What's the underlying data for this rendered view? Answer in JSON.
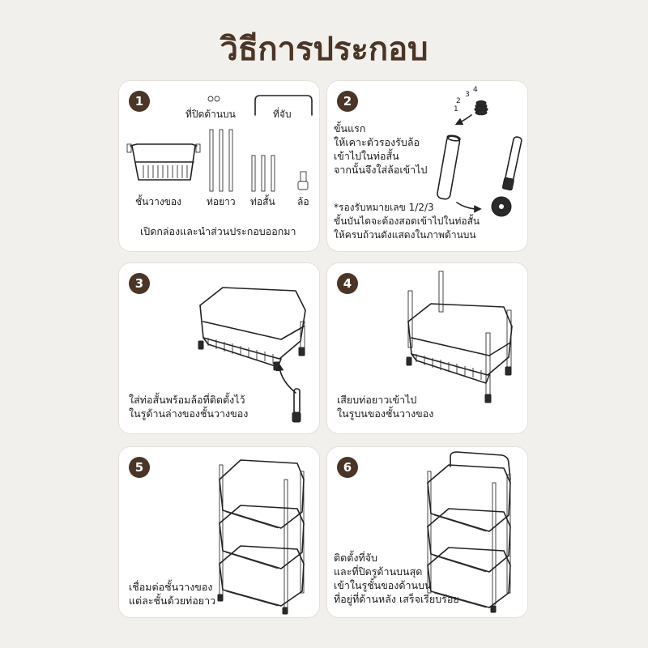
{
  "title": "วิธีการประกอบ",
  "steps": [
    {
      "number": "1",
      "labels": {
        "top_cap": "ที่ปิดด้านบน",
        "handle": "ที่จับ",
        "shelf": "ชั้นวางของ",
        "long_pipe": "ท่อยาว",
        "short_pipe": "ท่อสั้น",
        "wheel": "ล้อ"
      },
      "caption": "เปิดกล่องและนำส่วนประกอบออกมา"
    },
    {
      "number": "2",
      "text_lines": [
        "ขั้นแรก",
        "ให้เคาะตัวรองรับล้อ",
        "เข้าไปในท่อสั้น",
        "จากนั้นจึงใส่ล้อเข้าไป"
      ],
      "note_lines": [
        "*รองรับหมายเลข 1/2/3",
        "ขั้นบันไดจะต้องสอดเข้าไปในท่อสั้น",
        "ให้ครบถ้วนดังแสดงในภาพด้านบน"
      ],
      "marks": [
        "1",
        "2",
        "3",
        "4"
      ]
    },
    {
      "number": "3",
      "text_lines": [
        "ใส่ท่อสั้นพร้อมล้อที่ติดตั้งไว้",
        "ในรูด้านล่างของชั้นวางของ"
      ]
    },
    {
      "number": "4",
      "text_lines": [
        "เสียบท่อยาวเข้าไป",
        "ในรูบนของชั้นวางของ"
      ]
    },
    {
      "number": "5",
      "text_lines": [
        "เชื่อมต่อชั้นวางของ",
        "แต่ละชั้นด้วยท่อยาว"
      ]
    },
    {
      "number": "6",
      "text_lines": [
        "ติดตั้งที่จับ",
        "และที่ปิดรูด้านบนสุด",
        "เข้าในรูชั้นของด้านบน",
        "ที่อยู่ที่ด้านหลัง เสร็จเรียบร้อย"
      ]
    }
  ],
  "colors": {
    "title": "#4a3526",
    "badge": "#4a3526",
    "card": "#ffffff",
    "background": "#f2f0ec"
  }
}
